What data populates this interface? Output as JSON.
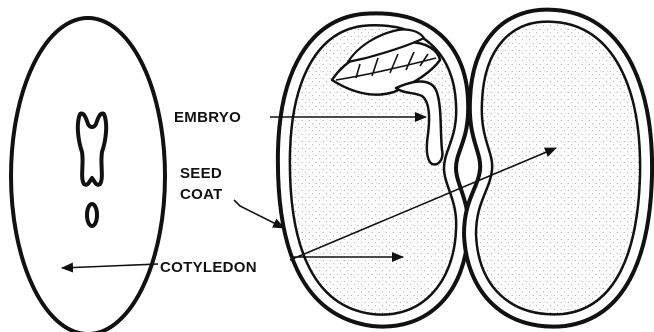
{
  "labels": {
    "embryo": "EMBRYO",
    "seed_coat_line1": "SEED",
    "seed_coat_line2": "COAT",
    "cotyledon": "COTYLEDON"
  },
  "colors": {
    "ink": "#111111",
    "background": "#ffffff",
    "stipple": "#8a8a8a"
  }
}
